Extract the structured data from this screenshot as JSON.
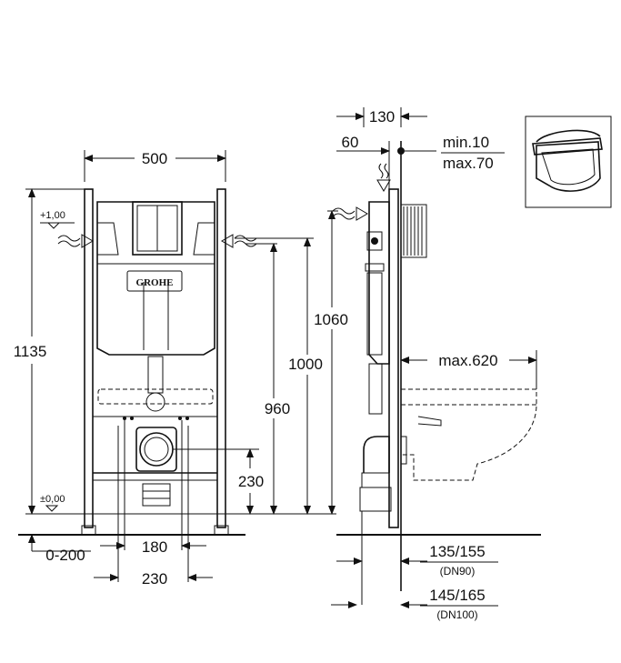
{
  "front_view": {
    "width": "500",
    "height_total": "1135",
    "level_upper": "+1,00",
    "level_zero": "±0,00",
    "d_1000": "1000",
    "d_960": "960",
    "d_230_height": "230",
    "d_180": "180",
    "d_230_width": "230",
    "adjust_range": "0-200",
    "brand": "GROHE"
  },
  "side_view": {
    "d_130": "130",
    "d_60": "60",
    "d_1060": "1060",
    "wall_min": "min.10",
    "wall_max": "max.70",
    "bowl_max": "max.620",
    "pipe_dn90": "135/155",
    "pipe_dn90_label": "(DN90)",
    "pipe_dn100": "145/165",
    "pipe_dn100_label": "(DN100)"
  },
  "icons": [
    "water-inlet-icon",
    "toilet-bowl-thumbnail-icon",
    "level-marker-icon",
    "dimension-arrow-icon"
  ]
}
